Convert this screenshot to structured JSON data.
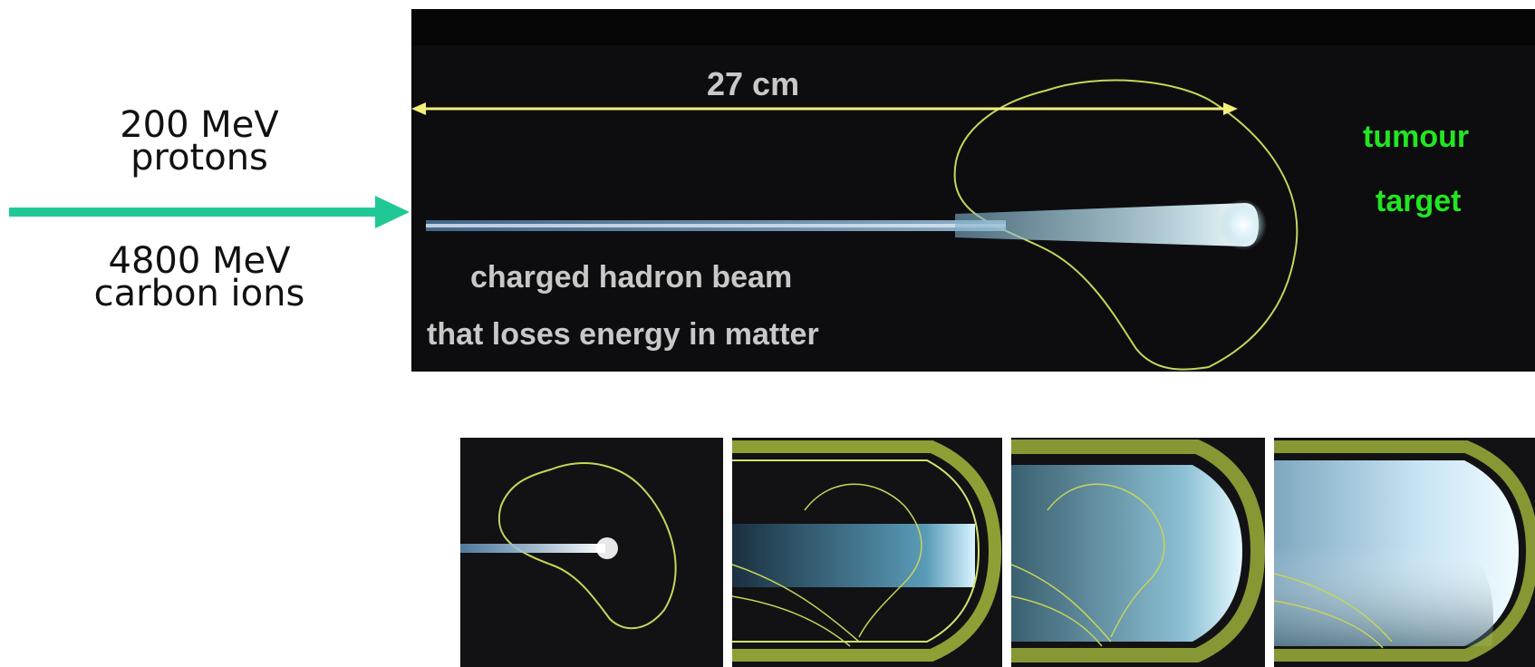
{
  "left_labels": {
    "protons_line1": "200 MeV",
    "protons_line2": "protons",
    "carbon_line1": "4800 MeV",
    "carbon_line2": "carbon ions"
  },
  "main_panel": {
    "distance_label": "27 cm",
    "beam_label_line1": "charged hadron beam",
    "beam_label_line2": "that loses energy in matter",
    "tumour_label": "tumour",
    "target_label": "target"
  },
  "colors": {
    "arrow": "#20c896",
    "measure": "#f4ef7a",
    "contour": "#c8d45a",
    "label_green": "#22e622",
    "beam_glow": "#cfe8f0"
  }
}
